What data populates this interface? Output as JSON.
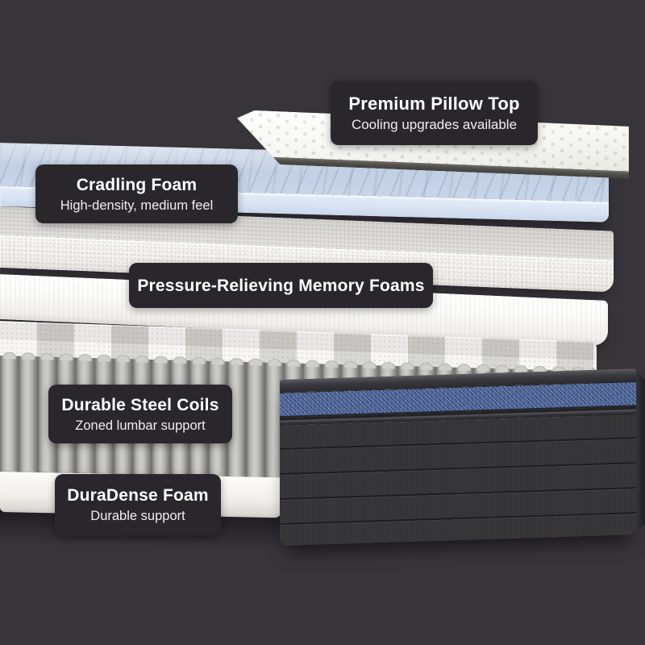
{
  "scene": {
    "background_color": "#37343a",
    "label_background": "#2a272c",
    "label_text_color": "#ffffff"
  },
  "labels": [
    {
      "title": "Premium Pillow Top",
      "subtitle": "Cooling upgrades available"
    },
    {
      "title": "Cradling Foam",
      "subtitle": "High-density, medium feel"
    },
    {
      "title": "Pressure-Relieving Memory Foams",
      "subtitle": ""
    },
    {
      "title": "Durable Steel Coils",
      "subtitle": "Zoned lumbar support"
    },
    {
      "title": "DuraDense Foam",
      "subtitle": "Durable support"
    }
  ],
  "colors": {
    "foam_blue": "#c8d5e9",
    "foam_blue_front": "#dce6f4",
    "foam_white": "#f4f3f0",
    "coil_gray": "#b2b2af",
    "coil_fabric": "#e9e8e5",
    "base_stripe_blue": "#4b66a1",
    "base_fabric": "#343437",
    "pillow_white": "#f8f8f5",
    "pillow_underside": "#504f4a"
  }
}
